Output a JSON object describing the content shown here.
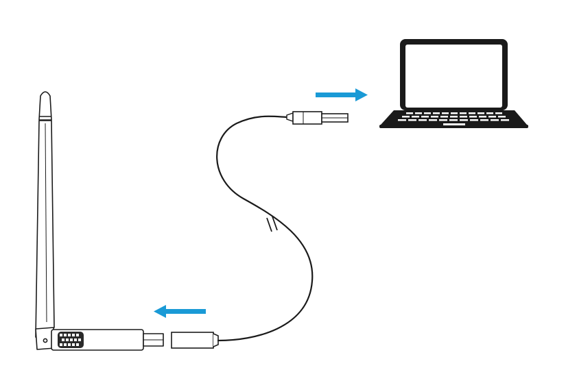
{
  "diagram": {
    "kind": "usb-wifi-adapter-connection",
    "components": {
      "antenna": {
        "icon": "antenna-icon"
      },
      "usb_adapter": {
        "icon": "usb-dongle-icon"
      },
      "cable": {
        "icon": "usb-cable-icon",
        "break_marker": true
      },
      "laptop": {
        "icon": "laptop-icon"
      }
    },
    "arrows": [
      {
        "name": "arrow-to-laptop",
        "direction": "right",
        "color": "#1a9ad6"
      },
      {
        "name": "arrow-to-adapter",
        "direction": "left",
        "color": "#1a9ad6"
      }
    ],
    "colors": {
      "line": "#1a1a1a",
      "arrow": "#1a9ad6",
      "fill": "#ffffff"
    }
  }
}
